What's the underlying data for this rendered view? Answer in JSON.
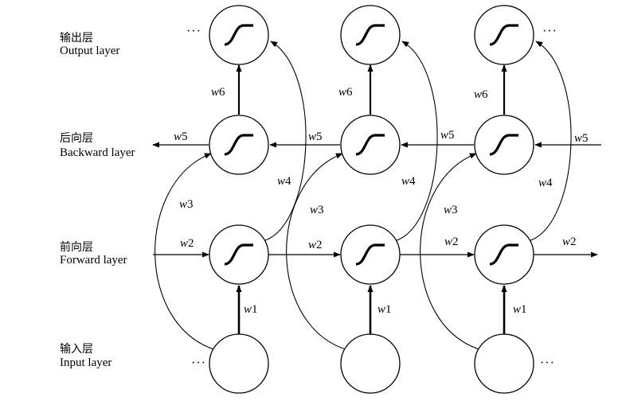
{
  "layers": {
    "output": {
      "zh": "输出层",
      "en": "Output layer"
    },
    "backward": {
      "zh": "后向层",
      "en": "Backward layer"
    },
    "forward": {
      "zh": "前向层",
      "en": "Forward layer"
    },
    "input": {
      "zh": "输入层",
      "en": "Input layer"
    }
  },
  "weights": {
    "w1": {
      "var": "w",
      "idx": "1"
    },
    "w2": {
      "var": "w",
      "idx": "2"
    },
    "w3": {
      "var": "w",
      "idx": "3"
    },
    "w4": {
      "var": "w",
      "idx": "4"
    },
    "w5": {
      "var": "w",
      "idx": "5"
    },
    "w6": {
      "var": "w",
      "idx": "6"
    }
  },
  "ellipsis": "···"
}
